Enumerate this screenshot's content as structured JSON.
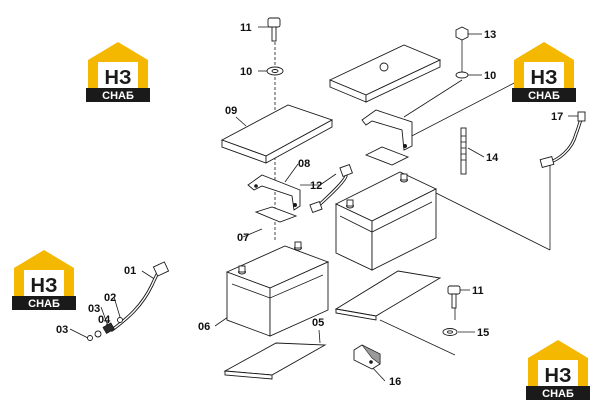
{
  "callouts": {
    "c01": "01",
    "c02": "02",
    "c03a": "03",
    "c03b": "03",
    "c04": "04",
    "c05": "05",
    "c06": "06",
    "c07": "07",
    "c08": "08",
    "c09": "09",
    "c10a": "10",
    "c10b": "10",
    "c11a": "11",
    "c11b": "11",
    "c12": "12",
    "c13": "13",
    "c14": "14",
    "c15": "15",
    "c16": "16",
    "c17": "17"
  },
  "watermark": {
    "mark": "НЗ",
    "caption": "СНАБ",
    "accent_color": "#f5b800",
    "dark_color": "#1a1a1a"
  }
}
